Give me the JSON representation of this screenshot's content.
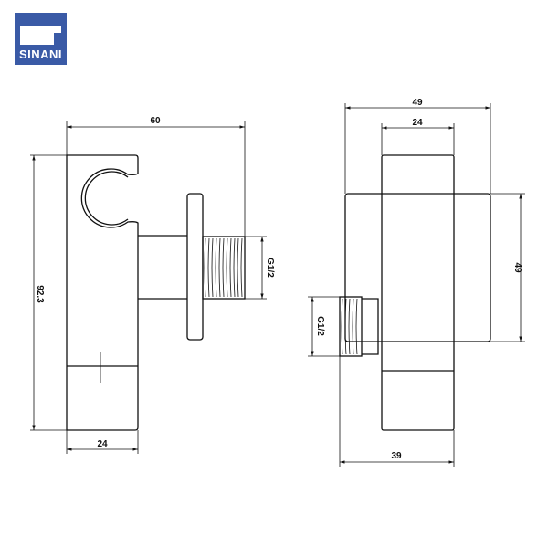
{
  "logo": {
    "text": "SINANI",
    "color": "#3a5aa6"
  },
  "side_view": {
    "dim_width": "60",
    "dim_height": "92.3",
    "dim_body": "24",
    "thread": "G1/2"
  },
  "front_view": {
    "dim_total": "49",
    "dim_body": "24",
    "dim_plate": "49",
    "thread": "G1/2",
    "dim_depth": "39"
  }
}
